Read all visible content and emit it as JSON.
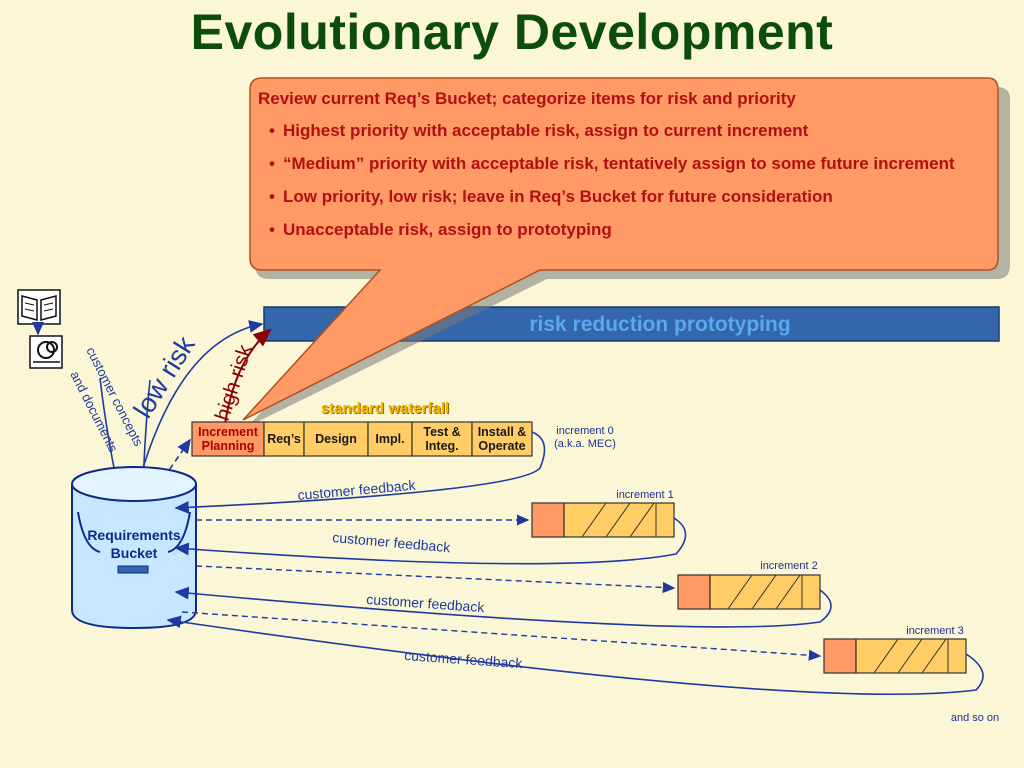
{
  "title": "Evolutionary Development",
  "callout": {
    "heading": "Review current Req’s Bucket; categorize items for risk and priority",
    "bullets": [
      "Highest priority with acceptable risk, assign to current increment",
      "“Medium” priority with acceptable risk, tentatively assign to some future increment",
      "Low priority, low risk; leave in Req’s Bucket for future consideration",
      "Unacceptable risk, assign to prototyping"
    ]
  },
  "prototyping_band": "risk reduction prototyping",
  "waterfall": {
    "label": "standard waterfall",
    "phases": [
      "Increment Planning",
      "Req’s",
      "Design",
      "Impl.",
      "Test & Integ.",
      "Install & Operate"
    ]
  },
  "increments": [
    {
      "label": "increment 0",
      "sublabel": "(a.k.a. MEC)"
    },
    {
      "label": "increment 1"
    },
    {
      "label": "increment 2"
    },
    {
      "label": "increment 3"
    }
  ],
  "feedback_label": "customer feedback",
  "bucket": {
    "label_line1": "Requirements",
    "label_line2": "Bucket"
  },
  "risk_labels": {
    "low": "low risk",
    "high": "high risk"
  },
  "concepts_label": {
    "line1": "customer concepts",
    "line2": "and documents"
  },
  "footer": "and so on",
  "colors": {
    "title": "#0c4d0c",
    "callout_fill": "#ff9966",
    "callout_text": "#b01010",
    "band_fill": "#3366aa",
    "band_text": "#59a8f0",
    "phase_fill": "#ffcc66",
    "planning_fill": "#ff9966",
    "bucket_fill": "#c8e6ff",
    "arrow": "#1e3aa0",
    "high_risk": "#8b0000"
  }
}
